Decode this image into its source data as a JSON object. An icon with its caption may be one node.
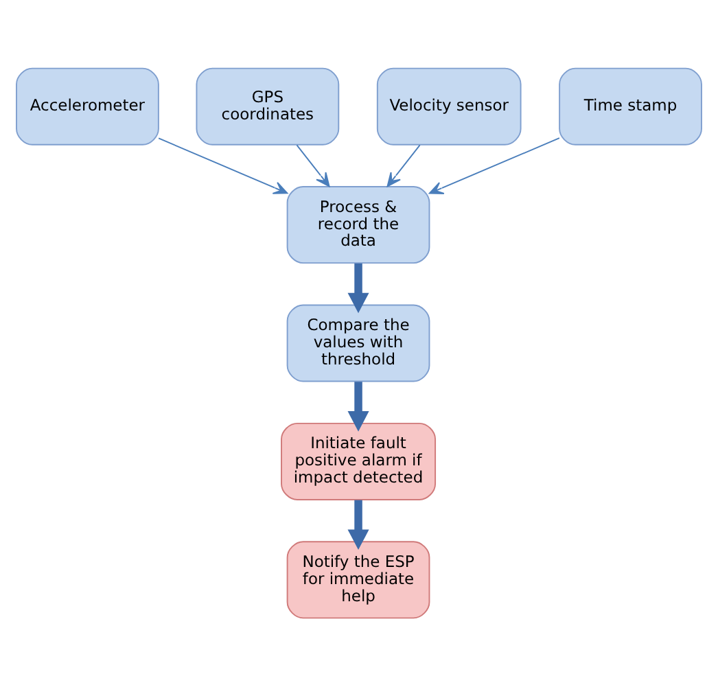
{
  "diagram": {
    "nodes": [
      {
        "text": [
          "Accelerometer"
        ]
      },
      {
        "text": [
          "GPS coordinates"
        ]
      },
      {
        "text": [
          "Process & record the data"
        ]
      },
      {
        "text": [
          "Velocity sensor"
        ]
      },
      {
        "text": [
          "Time stamp"
        ]
      },
      {
        "text": [
          "Compare the values with threshold"
        ]
      },
      {
        "text": [
          "Initiate fault positive alarm if impact detected"
        ]
      },
      {
        "text": [
          "Notify the ESP for immediate help"
        ]
      }
    ],
    "edges": [
      {
        "from": 0,
        "to": 2,
        "arrow": "to"
      },
      {
        "from": 1,
        "to": 2,
        "arrow": "to"
      },
      {
        "from": 3,
        "to": 2,
        "arrow": "to"
      },
      {
        "from": 4,
        "to": 2,
        "arrow": "to"
      },
      {
        "from": 2,
        "to": 5,
        "arrow": "to",
        "style": "thick"
      },
      {
        "from": 5,
        "to": 6,
        "arrow": "to",
        "style": "thick"
      },
      {
        "from": 6,
        "to": 7,
        "arrow": "to",
        "style": "thick"
      }
    ]
  }
}
